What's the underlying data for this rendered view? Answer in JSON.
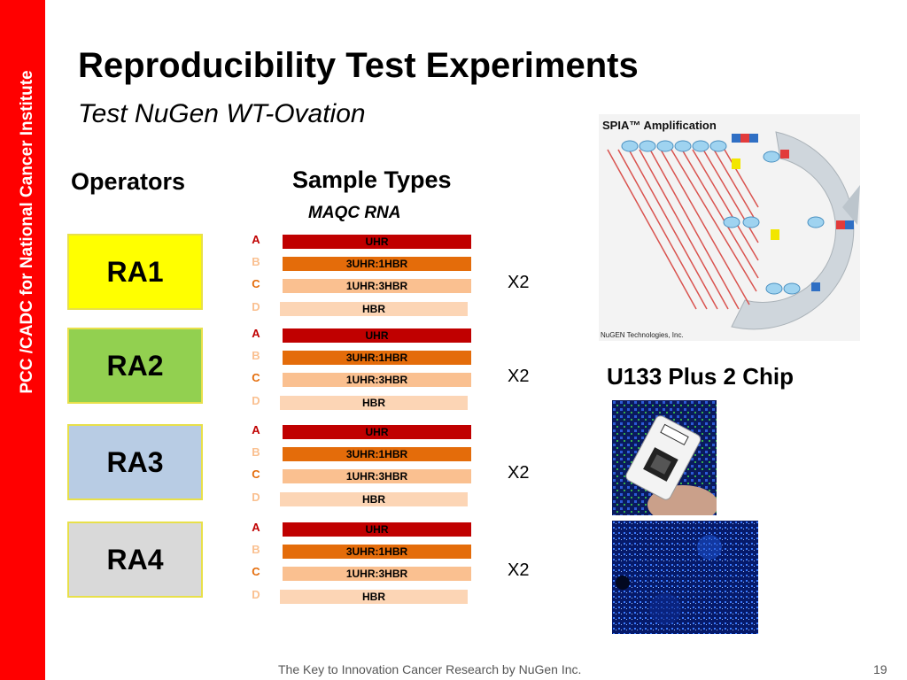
{
  "sidebar": {
    "text": "PCC /CADC for National Cancer Institute"
  },
  "slide": {
    "title": "Reproducibility Test Experiments",
    "subtitle": "Test NuGen WT-Ovation"
  },
  "headers": {
    "operators": "Operators",
    "sample_types": "Sample Types",
    "rna": "MAQC RNA"
  },
  "operators": [
    {
      "label": "RA1",
      "color": "#ffff00"
    },
    {
      "label": "RA2",
      "color": "#92d050"
    },
    {
      "label": "RA3",
      "color": "#b8cce4"
    },
    {
      "label": "RA4",
      "color": "#d9d9d9"
    }
  ],
  "sample_groups": [
    {
      "rows": [
        {
          "letter": "A",
          "label": "UHR"
        },
        {
          "letter": "B",
          "label": "3UHR:1HBR"
        },
        {
          "letter": "C",
          "label": "1UHR:3HBR"
        },
        {
          "letter": "D",
          "label": "HBR"
        }
      ],
      "multiplier": "X2"
    },
    {
      "rows": [
        {
          "letter": "A",
          "label": "UHR"
        },
        {
          "letter": "B",
          "label": "3UHR:1HBR"
        },
        {
          "letter": "C",
          "label": "1UHR:3HBR"
        },
        {
          "letter": "D",
          "label": "HBR"
        }
      ],
      "multiplier": "X2"
    },
    {
      "rows": [
        {
          "letter": "A",
          "label": "UHR"
        },
        {
          "letter": "B",
          "label": "3UHR:1HBR"
        },
        {
          "letter": "C",
          "label": "1UHR:3HBR"
        },
        {
          "letter": "D",
          "label": "HBR"
        }
      ],
      "multiplier": "X2"
    },
    {
      "rows": [
        {
          "letter": "A",
          "label": "UHR"
        },
        {
          "letter": "B",
          "label": "3UHR:1HBR"
        },
        {
          "letter": "C",
          "label": "1UHR:3HBR"
        },
        {
          "letter": "D",
          "label": "HBR"
        }
      ],
      "multiplier": "X2"
    }
  ],
  "sample_colors": {
    "A": {
      "bar": "#c00000",
      "letter": "#c00000"
    },
    "B": {
      "bar": "#e46c0a",
      "letter": "#fac090"
    },
    "C": {
      "bar": "#fac090",
      "letter": "#e46c0a"
    },
    "D": {
      "bar": "#fcd5b5",
      "letter": "#fac090"
    }
  },
  "spia_figure": {
    "caption": "SPIA™ Amplification",
    "credit": "NuGEN Technologies, Inc."
  },
  "chip": {
    "title": "U133 Plus 2 Chip"
  },
  "footer": {
    "text": "The Key to Innovation Cancer Research by NuGen Inc.",
    "page": "19"
  }
}
